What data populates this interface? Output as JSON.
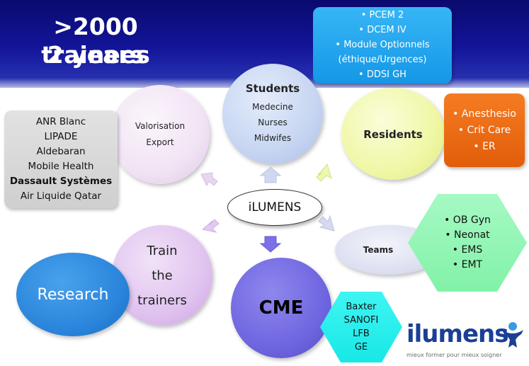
{
  "headline": {
    "line1": ">2000 trainees",
    "line2": "2 years"
  },
  "center": {
    "label": "iLUMENS"
  },
  "students": {
    "title": "Students",
    "items": [
      "Medecine",
      "Nurses",
      "Midwifes"
    ]
  },
  "programs": {
    "items": [
      "• PCEM 2",
      "• DCEM IV",
      "• Module Optionnels",
      "(éthique/Urgences)",
      "• DDSI GH"
    ]
  },
  "residents": {
    "title": "Residents"
  },
  "specialties": {
    "items": [
      "• Anesthesio",
      "• Crit Care",
      "• ER"
    ]
  },
  "valorisation": {
    "items": [
      "Valorisation",
      "Export"
    ]
  },
  "partners": {
    "items": [
      "ANR Blanc",
      "LIPADE",
      "Aldebaran",
      "Mobile Health",
      "Dassault Systèmes",
      "Air Liquide Qatar"
    ]
  },
  "teams": {
    "title": "Teams",
    "items": [
      "• OB Gyn",
      "• Neonat",
      "• EMS",
      "• EMT"
    ]
  },
  "train": {
    "lines": [
      "Train",
      "the",
      "trainers"
    ]
  },
  "research": {
    "label": "Research"
  },
  "cme": {
    "title": "CME",
    "sponsors": [
      "Baxter",
      "SANOFI",
      "LFB",
      "GE"
    ]
  },
  "logo": {
    "name": "ilumens",
    "tagline": "mieux former pour mieux soigner"
  },
  "colors": {
    "banner": "#13159a",
    "students": "#c9d7f2",
    "residents": "#f0f7a6",
    "valorisation": "#f1e3f4",
    "train": "#e2c6f0",
    "cme": "#6f66e0",
    "research": "#2b86dc",
    "programs": "#1ea6ee",
    "specialties": "#f26a12",
    "teams_hex": "#8ff7b2",
    "sponsor_hex": "#29f2f0",
    "partners": "#d8d8d8"
  }
}
